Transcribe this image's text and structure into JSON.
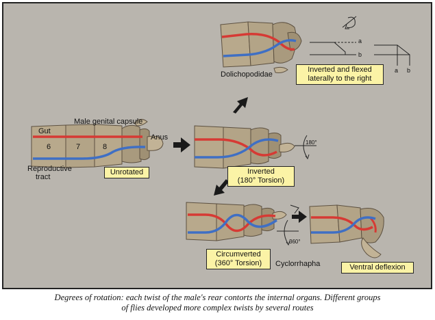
{
  "labels": {
    "gut": "Gut",
    "male_genital_capsule": "Male genital capsule",
    "anus": "Anus",
    "reproductive_tract": [
      "Reproductive",
      "tract"
    ],
    "segment_6": "6",
    "segment_7": "7",
    "segment_8": "8",
    "dolichopodidae": "Dolichopodidae",
    "cyclorrhapha": "Cyclorrhapha",
    "rot_180": "180°",
    "rot_360": "360°",
    "axis_a1": "a",
    "axis_b1": "b",
    "axis_a2": "a",
    "axis_b2": "b"
  },
  "boxes": {
    "unrotated": [
      "Unrotated"
    ],
    "inverted": [
      "Inverted",
      "(180° Torsion)"
    ],
    "inverted_flexed": [
      "Inverted and flexed",
      "laterally to the right"
    ],
    "circumverted": [
      "Circumverted",
      "(360° Torsion)"
    ],
    "ventral_deflexion": [
      "Ventral deflexion"
    ]
  },
  "caption": [
    "Degrees of rotation: each twist of the male's rear contorts the internal organs. Different groups",
    "of flies developed more complex twists by several routes"
  ],
  "colors": {
    "background": "#b9b5ae",
    "body": "#b8a98c",
    "body_dark": "#8f7f64",
    "gut": "#d63a34",
    "reproductive_tract": "#3f6fc4",
    "label_box": "#fbf3a6",
    "arrow": "#1a1a1a"
  }
}
